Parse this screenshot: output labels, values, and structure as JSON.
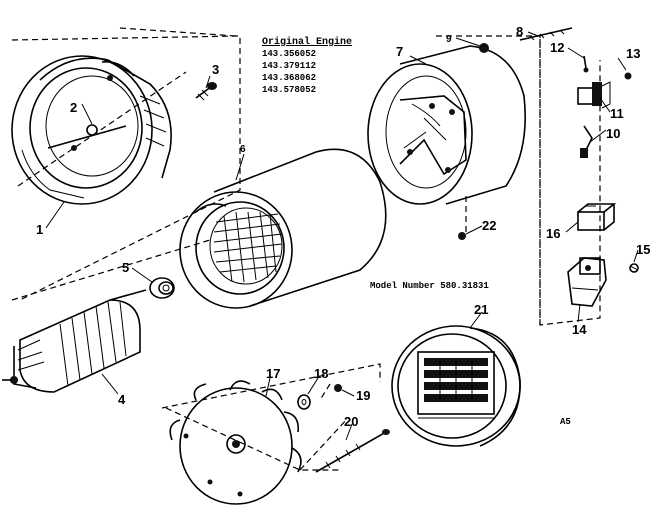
{
  "engine_block": {
    "title": "Original Engine",
    "numbers": [
      "143.356052",
      "143.379112",
      "143.368062",
      "143.578052"
    ]
  },
  "model_number": "Model Number 580.31831",
  "corner_mark": "A5",
  "part_labels": {
    "p1": "1",
    "p2": "2",
    "p3": "3",
    "p4": "4",
    "p5": "5",
    "p6": "6",
    "p7": "7",
    "p8": "8",
    "p9": "9",
    "p10": "10",
    "p11": "11",
    "p12": "12",
    "p13": "13",
    "p14": "14",
    "p15": "15",
    "p16": "16",
    "p17": "17",
    "p18": "18",
    "p19": "19",
    "p20": "20",
    "p21": "21",
    "p22": "22"
  }
}
